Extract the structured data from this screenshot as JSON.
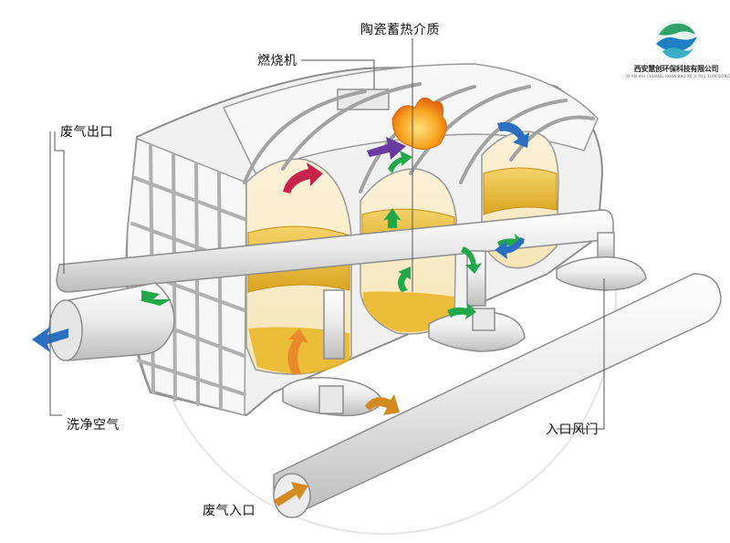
{
  "labels": {
    "ceramic_media": "陶瓷蓄热介质",
    "burner": "燃烧机",
    "exhaust_outlet": "废气出口",
    "clean_air": "洗净空气",
    "inlet_damper": "入口风门",
    "exhaust_inlet": "废气入口"
  },
  "logo": {
    "company": "西安慧创环保科技有限公司",
    "subtitle": "XI AN HUI CHUANG HUAN BAO KE JI YOU XIAN GONG SI"
  },
  "colors": {
    "outline": "#8a8a8a",
    "body": "#eeeeee",
    "media_fill": "#f2c23a",
    "flame": "#f08a1e",
    "arrow_green": "#22a84a",
    "arrow_blue": "#2a6fc0",
    "arrow_orange": "#e88a2a",
    "arrow_purple": "#6a3aa0",
    "arrow_red": "#c8234a"
  },
  "icons": {
    "logo": "wave-leaf-logo-icon"
  }
}
